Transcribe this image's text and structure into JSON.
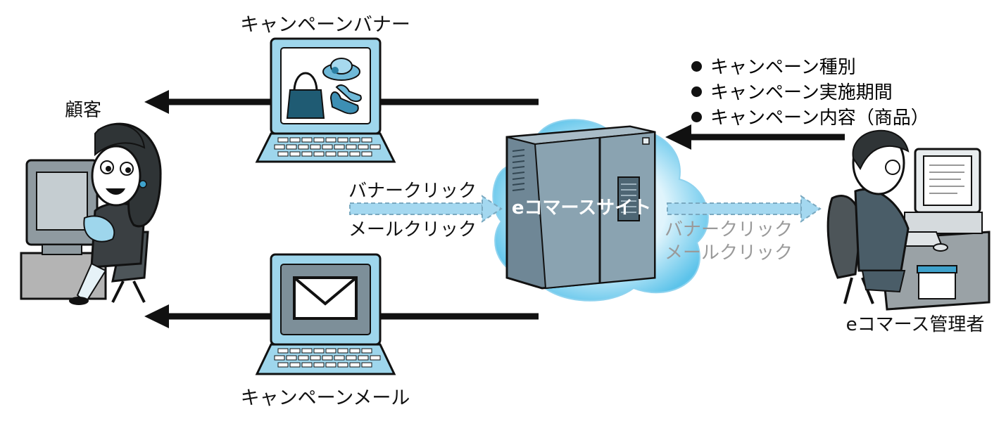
{
  "labels": {
    "banner_title": "キャンペーンバナー",
    "mail_title": "キャンペーンメール",
    "customer": "顧客",
    "ecommerce_site": "eコマースサイト",
    "admin": "eコマース管理者",
    "left_click_banner": "バナークリック",
    "left_click_mail": "メールクリック",
    "right_click_banner": "バナークリック",
    "right_click_mail": "メールクリック"
  },
  "campaign_settings": [
    "キャンペーン種別",
    "キャンペーン実施期間",
    "キャンペーン内容（商品）"
  ],
  "icons": {
    "customer": "woman-at-computer-icon",
    "admin": "man-at-computer-icon",
    "server": "server-cabinet-icon",
    "banner_laptop": "laptop-with-shopping-items-icon",
    "mail_laptop": "laptop-with-envelope-icon"
  },
  "colors": {
    "cloud": "#c9ecf8",
    "cloud_edge": "#3fb7e6",
    "server": "#7c97a6",
    "laptop_screen": "#9ed6ec",
    "dashed_arrow": "#9fd6ef",
    "solid_arrow": "#111111"
  }
}
